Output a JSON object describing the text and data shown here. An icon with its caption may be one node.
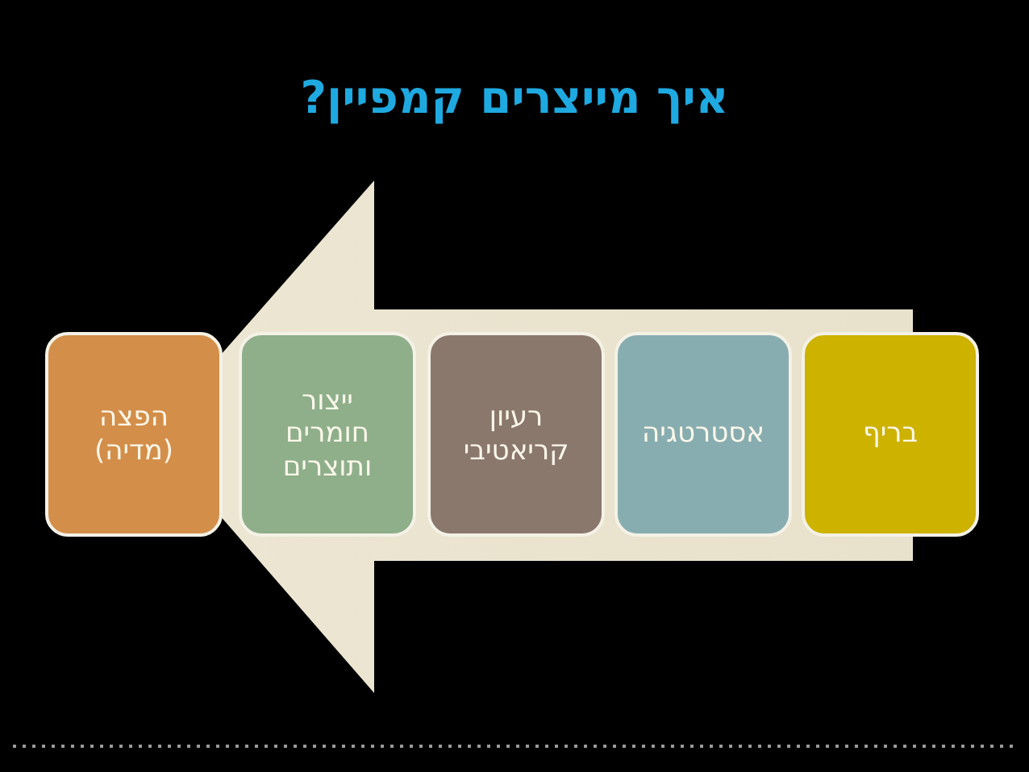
{
  "diagram": {
    "title": "איך מייצרים קמפיין?",
    "nodes": [
      {
        "text": [
          "בריף"
        ]
      },
      {
        "text": [
          "אסטרטגיה"
        ]
      },
      {
        "text": [
          "רעיון קריאטיבי"
        ]
      },
      {
        "text": [
          "ייצור חומרים ותוצרים"
        ]
      },
      {
        "text": [
          "הפצה (מדיה)"
        ]
      }
    ],
    "edges": [
      {
        "from": 0,
        "to": 4,
        "arrow": "to"
      }
    ]
  }
}
